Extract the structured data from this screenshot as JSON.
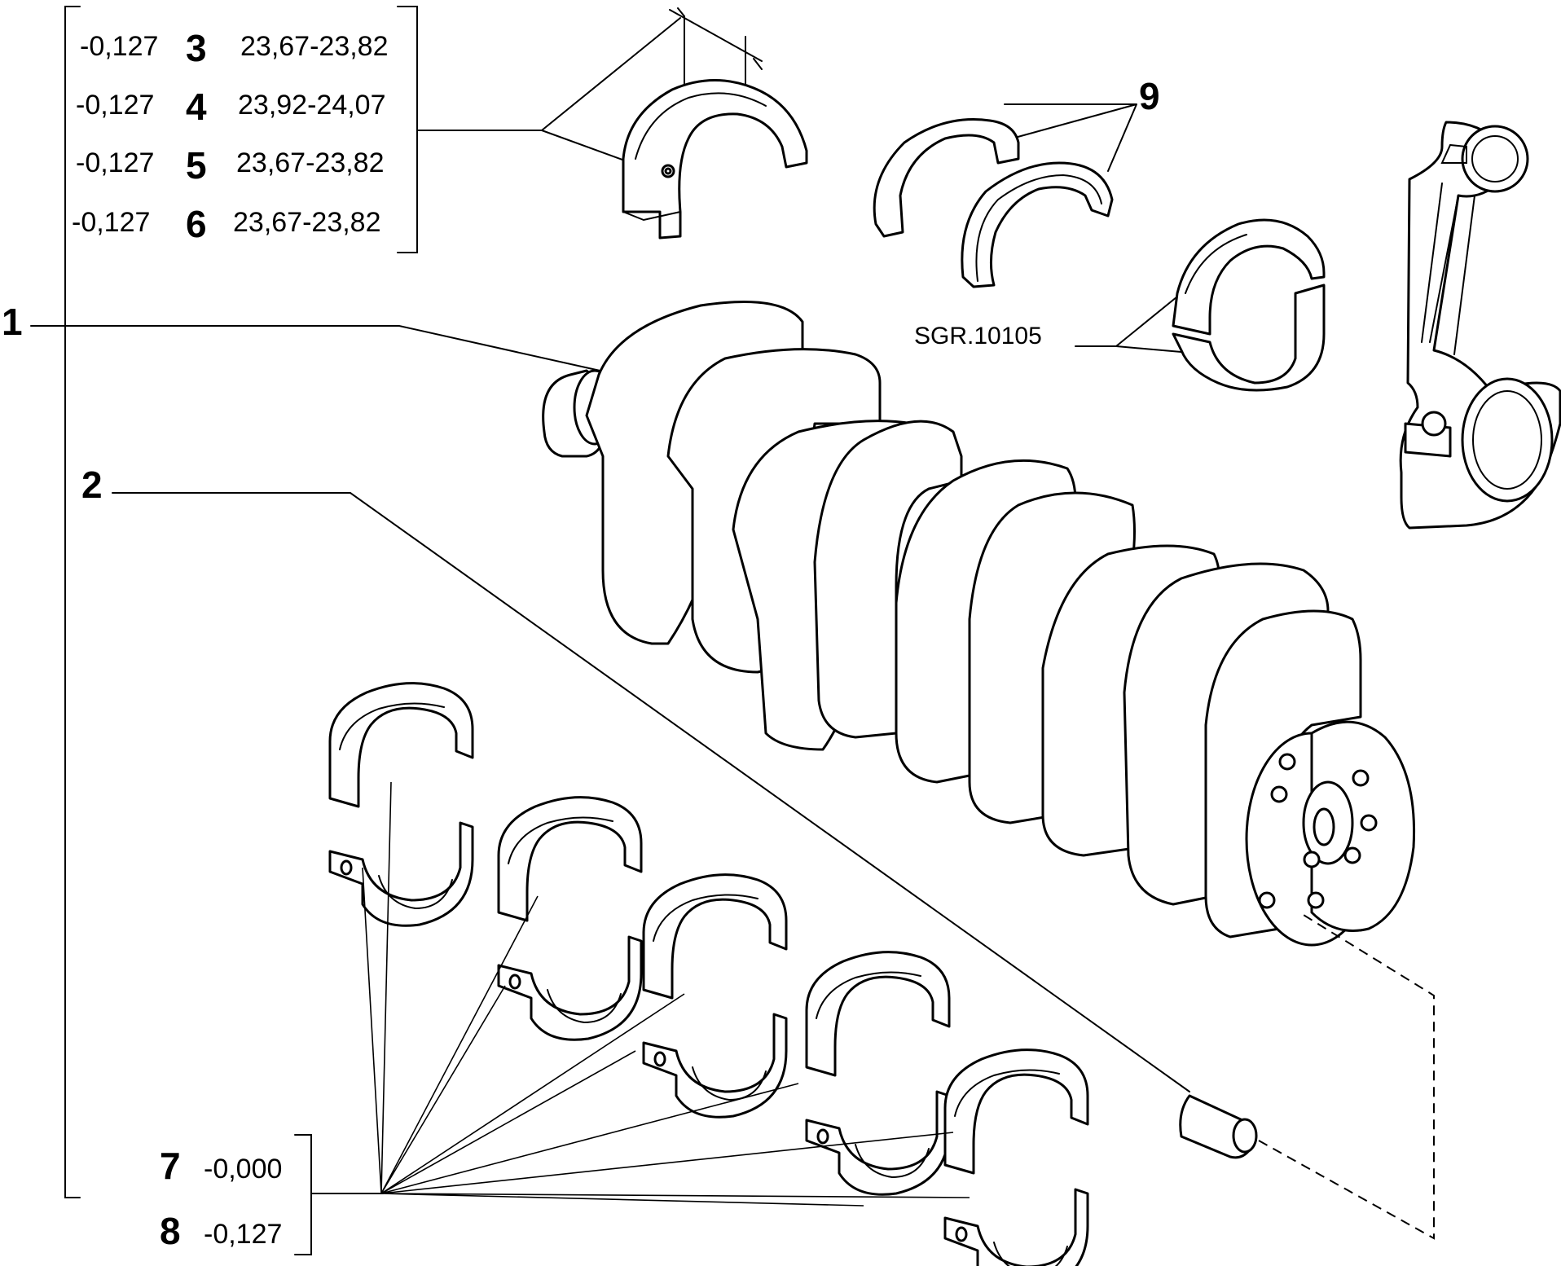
{
  "callouts": {
    "c1": "1",
    "c2": "2",
    "c9": "9",
    "c7": "7",
    "c8": "8"
  },
  "ref_code": "SGR.10105",
  "bearing_table": [
    {
      "offset": "-0,127",
      "item": "3",
      "range": "23,67-23,82"
    },
    {
      "offset": "-0,127",
      "item": "4",
      "range": "23,92-24,07"
    },
    {
      "offset": "-0,127",
      "item": "5",
      "range": "23,67-23,82"
    },
    {
      "offset": "-0,127",
      "item": "6",
      "range": "23,67-23,82"
    }
  ],
  "shell_table": [
    {
      "item": "7",
      "offset": "-0,000"
    },
    {
      "item": "8",
      "offset": "-0,127"
    }
  ]
}
